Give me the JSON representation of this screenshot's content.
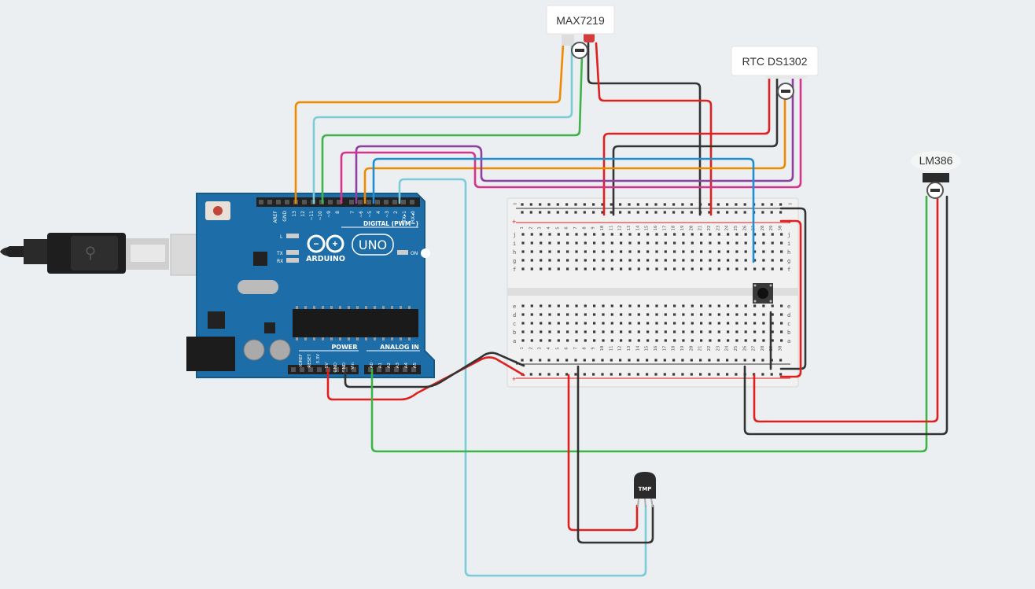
{
  "labels": {
    "max7219": "MAX7219",
    "rtc": "RTC DS1302",
    "lm386": "LM386",
    "tmp": "TMP"
  },
  "arduino": {
    "logo_text": "ARDUINO",
    "uno_text": "UNO",
    "digital_label": "DIGITAL (PWM~)",
    "power_label": "POWER",
    "analog_label": "ANALOG IN",
    "led_l": "L",
    "led_tx": "TX",
    "led_rx": "RX",
    "on_label": "ON",
    "header_top_labels": [
      "AREF",
      "GND",
      "13",
      "12",
      "~11",
      "~10",
      "~9",
      "8",
      "7",
      "~6",
      "~5",
      "4",
      "~3",
      "2",
      "TX▸1",
      "RX◂0"
    ],
    "power_pins": [
      "IOREF",
      "RESET",
      "3.3V",
      "5V",
      "GND",
      "GND",
      "Vin"
    ],
    "analog_pins": [
      "A0",
      "A1",
      "A2",
      "A3",
      "A4",
      "A5"
    ]
  },
  "breadboard": {
    "columns": [
      "1",
      "2",
      "3",
      "4",
      "5",
      "6",
      "7",
      "8",
      "9",
      "10",
      "11",
      "12",
      "13",
      "14",
      "15",
      "16",
      "17",
      "18",
      "19",
      "20",
      "21",
      "22",
      "23",
      "24",
      "25",
      "26",
      "27",
      "28",
      "29",
      "30"
    ],
    "rows_top": [
      "j",
      "i",
      "h",
      "g",
      "f"
    ],
    "rows_bottom": [
      "e",
      "d",
      "c",
      "b",
      "a"
    ],
    "rail_minus": "−",
    "rail_plus": "+"
  },
  "colors": {
    "orange": "#ef8a00",
    "light_blue": "#7ccbd9",
    "green": "#3db34a",
    "purple": "#8e3fa0",
    "magenta": "#d6338a",
    "blue": "#1f8fd1",
    "red": "#e0201e",
    "black": "#333333",
    "board_blue": "#1d6ea8"
  }
}
